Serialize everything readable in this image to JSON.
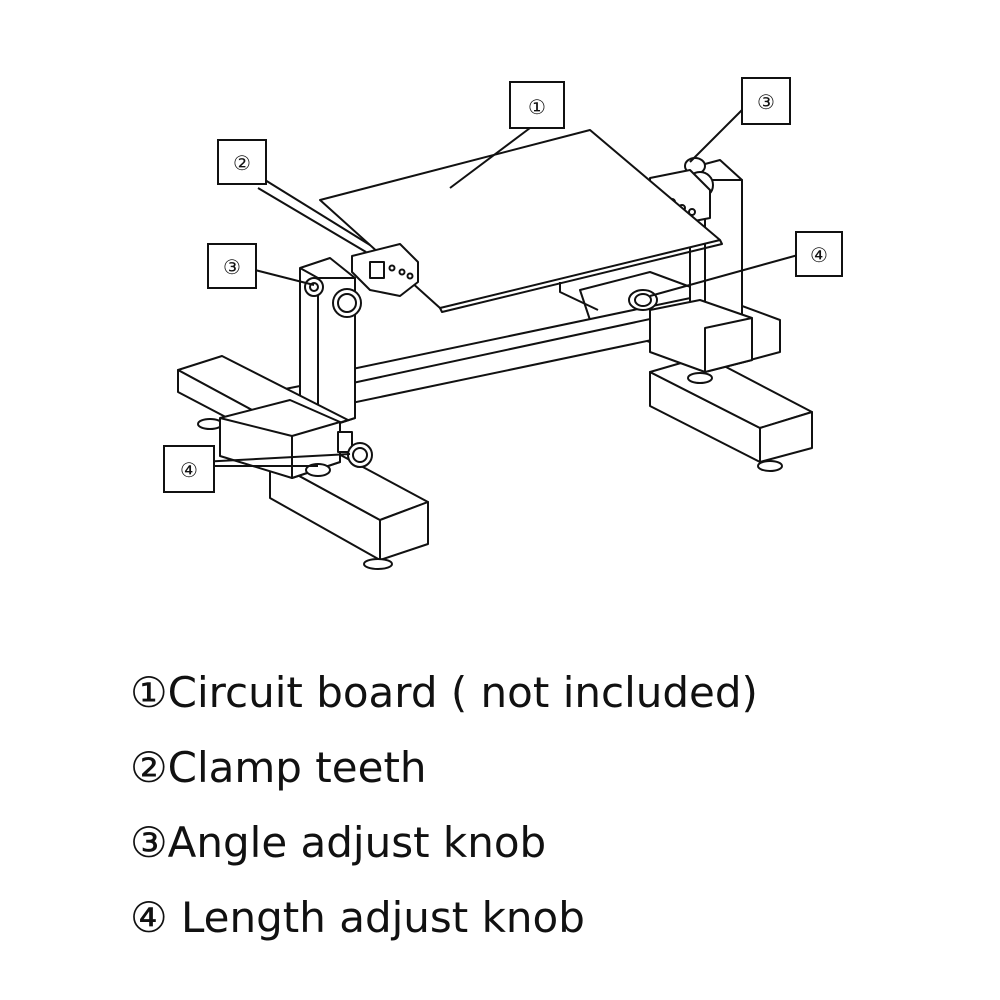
{
  "callouts": {
    "c1": "①",
    "c2": "②",
    "c3_left": "③",
    "c3_right": "③",
    "c4_left": "④",
    "c4_right": "④"
  },
  "legend": {
    "item1": "①Circuit board ( not included)",
    "item2": "②Clamp teeth",
    "item3": "③Angle adjust knob",
    "item4": "④ Length adjust knob"
  }
}
